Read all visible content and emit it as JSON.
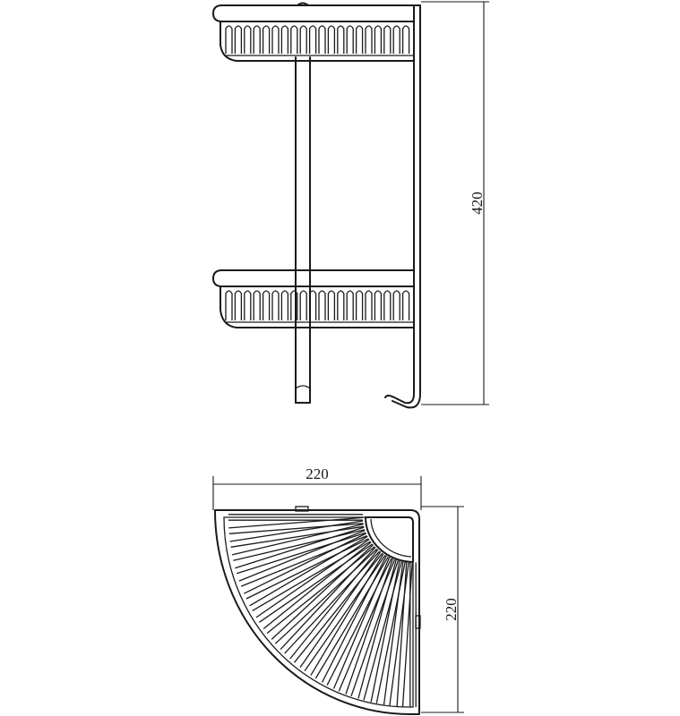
{
  "drawing": {
    "views": [
      "side-view",
      "top-view"
    ],
    "dimensions": {
      "height": "420",
      "width": "220",
      "depth": "220"
    },
    "stroke_color": "#1a1a1a",
    "background": "#ffffff"
  }
}
